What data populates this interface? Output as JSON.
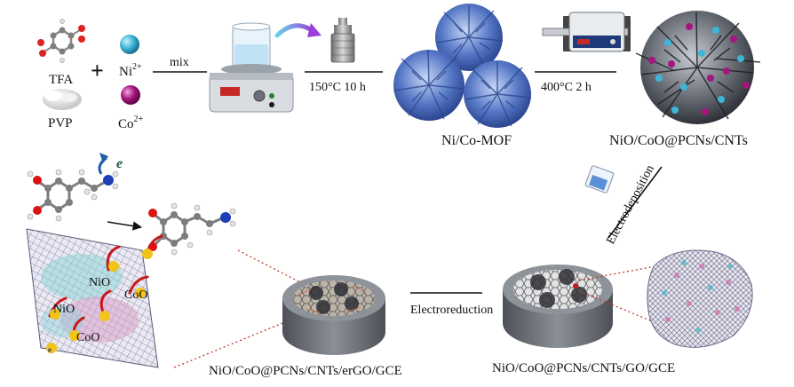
{
  "labels": {
    "tfa": "TFA",
    "pvp": "PVP",
    "plus": "+",
    "ni_ion": "Ni",
    "ni_charge": "2+",
    "co_ion": "Co",
    "co_charge": "2+",
    "mix": "mix",
    "step1": "150°C 10 h",
    "step2": "400°C 2 h",
    "mof": "Ni/Co-MOF",
    "composite": "NiO/CoO@PCNs/CNTs",
    "electrodeposition": "Electrodeposition",
    "electroreduction": "Electroreduction",
    "electron": "e",
    "gce_go": "NiO/CoO@PCNs/CNTs/GO/GCE",
    "gce_ergo": "NiO/CoO@PCNs/CNTs/erGO/GCE",
    "sheet_nio_1": "NiO",
    "sheet_nio_2": "NiO",
    "sheet_coo_1": "CoO",
    "sheet_coo_2": "CoO",
    "sheet_e": "e"
  },
  "colors": {
    "ni_sphere": "#3fb5d8",
    "co_sphere": "#a5157e",
    "mof_flower": "#4f74c4",
    "composite": "#555a66",
    "electron_badge": "#f2c318",
    "arrow_red": "#c8181b",
    "dotted_link": "#c23a2a",
    "electrode_top": "#8a8f96",
    "electrode_side": "#5e636a",
    "sheet_pink": "#d8a0c8",
    "sheet_cyan": "#8fd3d6"
  },
  "icons": [
    "tfa-molecule-icon",
    "pvp-powder-icon",
    "hotplate-stirrer-icon",
    "autoclave-icon",
    "tube-furnace-icon",
    "cuvette-icon",
    "dopamine-molecule-icon",
    "oxidized-molecule-icon"
  ]
}
